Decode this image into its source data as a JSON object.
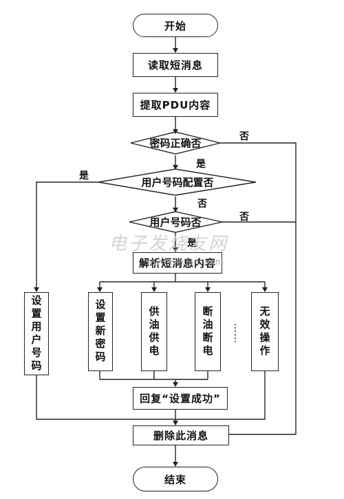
{
  "flow": {
    "start": "开始",
    "read_sms": "读取短消息",
    "extract_pdu": "提取PDU内容",
    "password_check": "密码正确否",
    "user_config_check": "用户号码配置否",
    "user_number_check": "用户号码否",
    "parse_sms": "解析短消息内容",
    "set_user_number": "设置用户号码",
    "set_new_password": "设置新密码",
    "supply_oil": "供油供电",
    "cut_oil": "断油断电",
    "ellipsis": "……",
    "invalid_op": "无效操作",
    "reply": "回复“设置成功”",
    "delete_sms": "删除此消息",
    "end": "结束"
  },
  "labels": {
    "no1": "否",
    "yes1": "是",
    "yes2": "是",
    "no2": "否",
    "no3": "否",
    "yes3": "是"
  },
  "watermark": {
    "cn": "电子发烧友网",
    "url": "www.elecfans.com"
  }
}
